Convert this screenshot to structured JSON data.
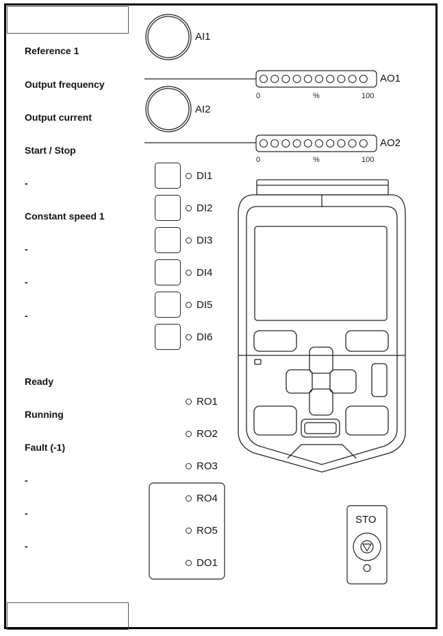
{
  "left_labels": [
    "Reference 1",
    "Output frequency",
    "Output current",
    "Start / Stop",
    "-",
    "Constant speed 1",
    "-",
    "-",
    "-",
    "Ready",
    "Running",
    "Fault (-1)",
    "-",
    "-",
    "-"
  ],
  "analog_inputs": [
    "AI1",
    "AI2"
  ],
  "analog_outputs": [
    {
      "label": "AO1",
      "scale_min": "0",
      "scale_unit": "%",
      "scale_max": "100"
    },
    {
      "label": "AO2",
      "scale_min": "0",
      "scale_unit": "%",
      "scale_max": "100"
    }
  ],
  "digital_inputs": [
    "DI1",
    "DI2",
    "DI3",
    "DI4",
    "DI5",
    "DI6"
  ],
  "relay_outputs": [
    "RO1",
    "RO2",
    "RO3",
    "RO4",
    "RO5",
    "DO1"
  ],
  "sto": {
    "label": "STO"
  }
}
